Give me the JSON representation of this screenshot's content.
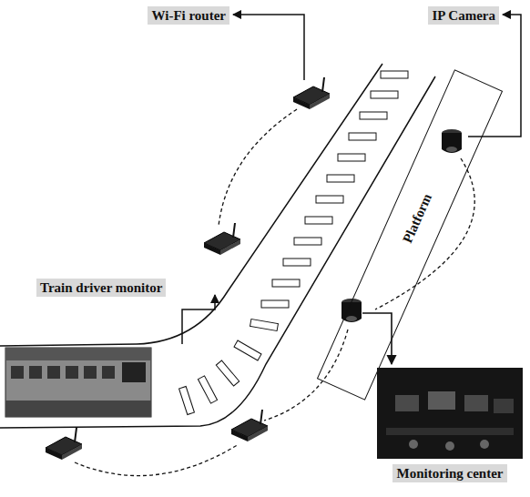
{
  "diagram": {
    "nodes": [
      {
        "text": [
          "Platform"
        ]
      },
      {
        "text": [
          "Monitoring center"
        ]
      }
    ],
    "labels": [
      "Wi-Fi router",
      "IP Camera",
      "Train driver monitor"
    ]
  }
}
